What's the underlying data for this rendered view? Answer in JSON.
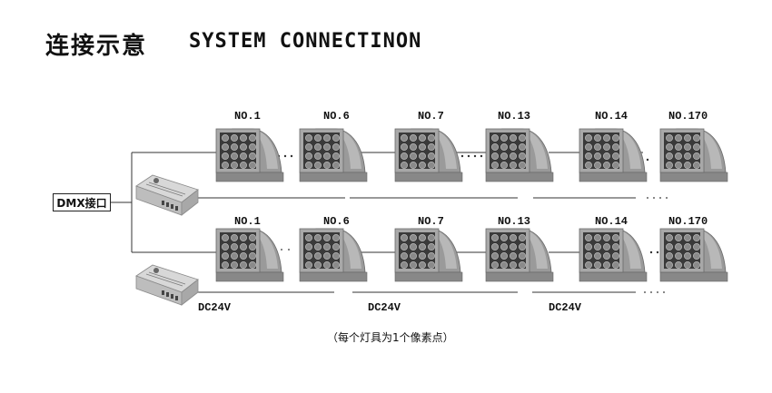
{
  "header": {
    "title_cn": "连接示意",
    "title_en": "SYSTEM CONNECTINON"
  },
  "controller": {
    "label": "DMX接口"
  },
  "rows": [
    {
      "lamp_labels": [
        "NO.1",
        "NO.6",
        "NO.7",
        "NO.13",
        "NO.14",
        "NO.170"
      ]
    },
    {
      "lamp_labels": [
        "NO.1",
        "NO.6",
        "NO.7",
        "NO.13",
        "NO.14",
        "NO.170"
      ]
    }
  ],
  "power_labels": [
    "DC24V",
    "DC24V",
    "DC24V"
  ],
  "footnote": "（每个灯具为1个像素点）",
  "icons": [
    "power-supply-icon",
    "wall-washer-lamp-icon"
  ]
}
